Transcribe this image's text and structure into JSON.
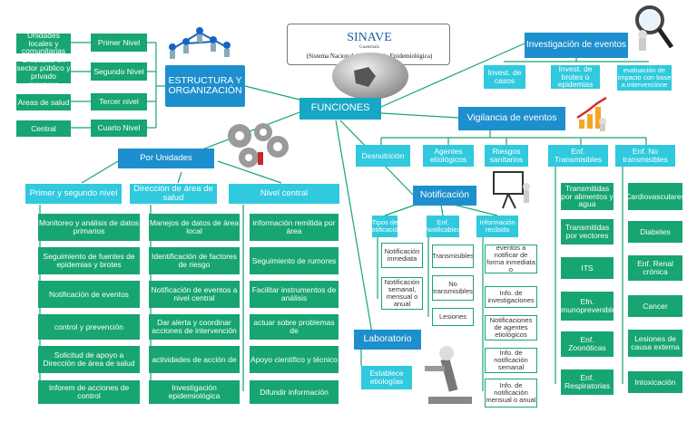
{
  "central": {
    "title": "SINAVE",
    "subtitle": "(Sistema Nacional de Vigilancia Epidemiológica)",
    "country": "Guatemala"
  },
  "funciones": "FUNCIONES",
  "estructura": {
    "title": "ESTRUCTURA Y ORGANIZACIÓN",
    "levels": [
      {
        "label": "Primer Nivel",
        "desc": "Unidades locales y comunitarias"
      },
      {
        "label": "Segundo Nivel",
        "desc": "Unidades en sector público y privado mayores"
      },
      {
        "label": "Tercer nivel",
        "desc": "Areas de salud"
      },
      {
        "label": "Cuarto Nivel",
        "desc": "Central"
      }
    ]
  },
  "unidades": {
    "title": "Por Unidades",
    "columns": [
      {
        "title": "Primer y segundo nivel",
        "items": [
          "Monitoreo y análisis de datos primarios",
          "Seguimiento de fuentes de epidemias y brotes",
          "Notificación de eventos",
          "control y prevención",
          "Solicitud de apoyo a Dirección de área de salud",
          "Inforem de acciones de control"
        ]
      },
      {
        "title": "Dirección de área de salud",
        "items": [
          "Manejos de datos de área local",
          "Identificación de factores de riesgo",
          "Notificación de eventos a nivel central",
          "Dar alerta y coordinar acciones de intervención",
          "actividades de acción de",
          "Investigación epidemiológica"
        ]
      },
      {
        "title": "Nivel central",
        "items": [
          "información remitida por área",
          "Seguimiento de rumores",
          "Facilitar instrumentos de análisis",
          "actuar sobre problemas de",
          "Apoyo científico y técnico",
          "Difundir información"
        ]
      }
    ]
  },
  "investigacion": {
    "title": "Investigación de eventos",
    "items": [
      "Invest. de casos",
      "Invest. de brotes o epidemias",
      "evaluación de impacto con base a intervencione"
    ]
  },
  "vigilancia": {
    "title": "Vigilancia de eventos",
    "categories": [
      "Desnutrición",
      "Agentes etiológicos",
      "Riesgos sanitarios",
      "Enf. Transmisibles",
      "Enf. No transmisibles"
    ],
    "transmisibles": [
      "Transmitidas por alimentos y agua",
      "Transmitidas por vectores",
      "ITS",
      "Efn. Inmunoprevenibles",
      "Enf. Zoonóticas",
      "Enf. Respiratorias"
    ],
    "no_transmisibles": [
      "Cardiovasculares",
      "Diabetes",
      "Enf. Renal crónica",
      "Cancer",
      "Lesiones de causa externa",
      "Intoxicación"
    ]
  },
  "notificacion": {
    "title": "Notificación",
    "tipos": {
      "title": "Tipos de notificación",
      "items": [
        "Notificación inmediata",
        "Notificación semanal, mensual o anual"
      ]
    },
    "enf": {
      "title": "Enf. Notificables",
      "items": [
        "Transmisibles",
        "No transmisibles",
        "Lesiones"
      ]
    },
    "informacion": {
      "title": "Información recibida",
      "items": [
        "eventos a notificar de forma inmediata o",
        "Info. de investigaciones",
        "Notificaciones de agentes etiológicos",
        "Info. de notificación semanal",
        "Info. de notificación mensual o anual"
      ]
    }
  },
  "laboratorio": {
    "title": "Laboratorio",
    "item": "Establece etiologías"
  }
}
